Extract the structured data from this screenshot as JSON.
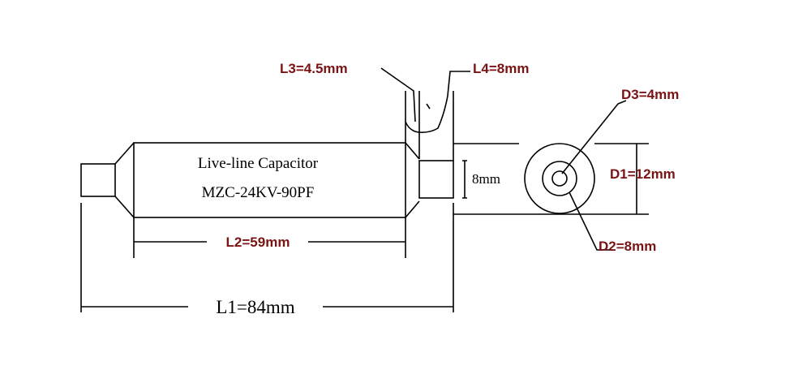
{
  "title_line1": "Live-line Capacitor",
  "title_line2": "MZC-24KV-90PF",
  "labels": {
    "L1": "L1=84mm",
    "L2": "L2=59mm",
    "L3": "L3=4.5mm",
    "L4": "L4=8mm",
    "D1": "D1=12mm",
    "D2": "D2=8mm",
    "D3": "D3=4mm",
    "terminal": "8mm"
  },
  "colors": {
    "label": "#7a1414",
    "line": "#000000",
    "background": "#ffffff"
  }
}
